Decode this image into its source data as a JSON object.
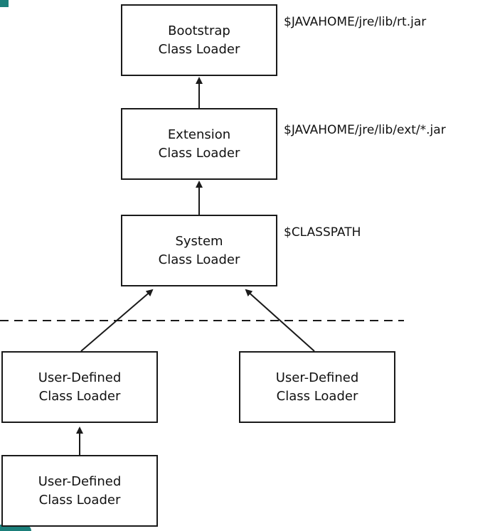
{
  "nodes": {
    "bootstrap": {
      "line1": "Bootstrap",
      "line2": "Class Loader"
    },
    "extension": {
      "line1": "Extension",
      "line2": "Class Loader"
    },
    "system": {
      "line1": "System",
      "line2": "Class Loader"
    },
    "user_left": {
      "line1": "User-Defined",
      "line2": "Class Loader"
    },
    "user_right": {
      "line1": "User-Defined",
      "line2": "Class Loader"
    },
    "user_bottom": {
      "line1": "User-Defined",
      "line2": "Class Loader"
    }
  },
  "paths": {
    "bootstrap": "$JAVAHOME/jre/lib/rt.jar",
    "extension": "$JAVAHOME/jre/lib/ext/*.jar",
    "system": "$CLASSPATH"
  },
  "colors": {
    "line": "#1a1a1a",
    "corner_accent": "#1b7f7a"
  }
}
